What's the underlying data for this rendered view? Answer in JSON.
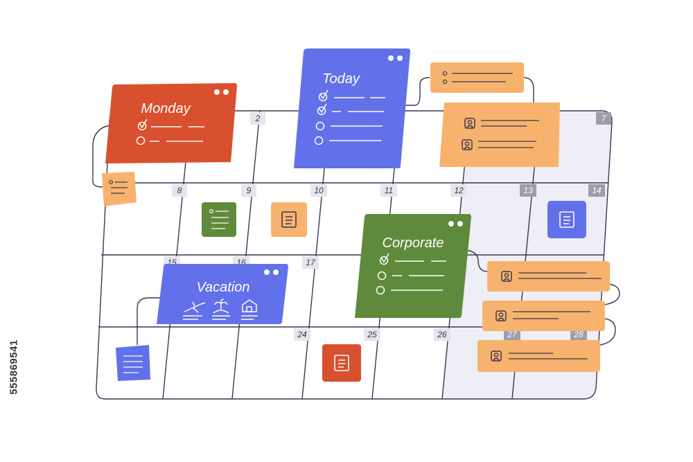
{
  "colors": {
    "red": "#D9502E",
    "blue": "#6270E9",
    "green": "#5F8A3B",
    "orange": "#F7B36E",
    "line": "#3A3550",
    "weekend": "#EEEEF6",
    "badge": "#E5E5EC",
    "badge_weekend": "#9D9DAB"
  },
  "calendar": {
    "day_numbers": [
      "2",
      "7",
      "8",
      "9",
      "10",
      "11",
      "12",
      "13",
      "14",
      "15",
      "16",
      "17",
      "24",
      "25",
      "26",
      "27",
      "28"
    ]
  },
  "cards": {
    "monday": {
      "title": "Monday",
      "color": "red"
    },
    "today": {
      "title": "Today",
      "color": "blue"
    },
    "corporate": {
      "title": "Corporate",
      "color": "green"
    },
    "vacation": {
      "title": "Vacation",
      "color": "blue",
      "icons": [
        "airplane-icon",
        "palm-island-icon",
        "house-icon"
      ]
    }
  },
  "stock_id": "555869541"
}
